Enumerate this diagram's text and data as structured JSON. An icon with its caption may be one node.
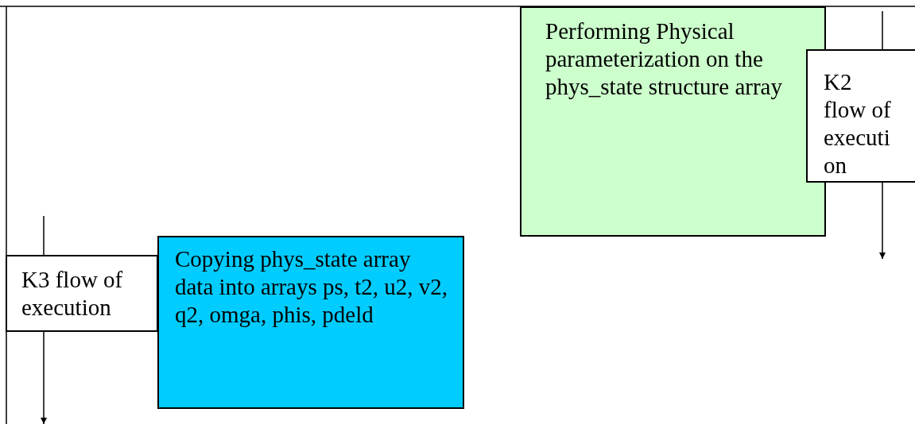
{
  "diagram": {
    "nodes": [
      {
        "text": [
          "Performing Physical parameterization on the phys_state structure array"
        ]
      },
      {
        "text": [
          "K2 flow of execution"
        ]
      },
      {
        "text": [
          "K3 flow of execution"
        ]
      },
      {
        "text": [
          "Copying phys_state array data into arrays ps, t2, u2, v2, q2, omga, phis, pdeld"
        ]
      }
    ],
    "edges": [
      {
        "from": null,
        "to": 1,
        "arrow": "none"
      },
      {
        "from": 1,
        "to": null,
        "arrow": "to"
      },
      {
        "from": null,
        "to": 2,
        "arrow": "none"
      },
      {
        "from": 2,
        "to": null,
        "arrow": "to"
      }
    ]
  }
}
